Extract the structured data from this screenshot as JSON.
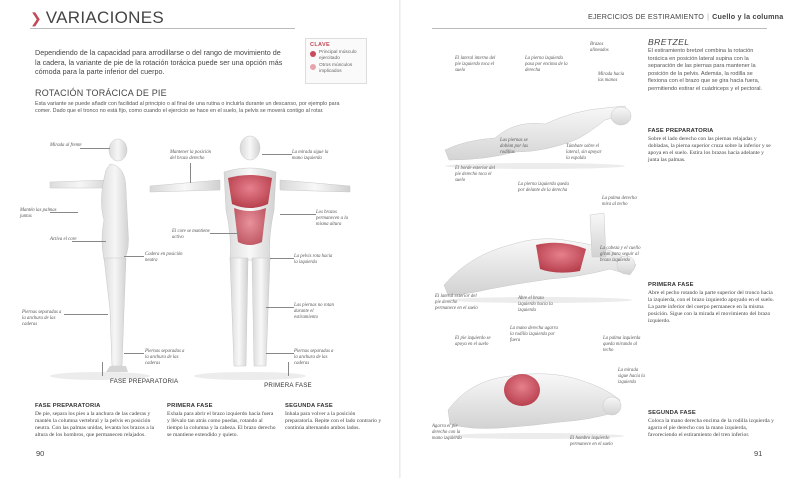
{
  "left": {
    "title": "VARIACIONES",
    "intro": "Dependiendo de la capacidad para arrodillarse o del rango de movimiento de la cadera, la variante de pie de la rotación torácica puede ser una opción más cómoda para la parte inferior del cuerpo.",
    "key": {
      "title": "CLAVE",
      "primary": "Principal músculo ejercitado",
      "secondary": "Otros músculos implicados"
    },
    "section": {
      "heading": "ROTACIÓN TORÁCICA DE PIE",
      "text": "Esta variante se puede añadir con facilidad al principio o al final de una rutina o incluirla durante un descanso, por ejemplo para comer. Dado que el tronco no está fijo, como cuando el ejercicio se hace en el suelo, la pelvis se moverá contigo al rotar."
    },
    "labels": {
      "mirada_frente": "Mirada al frente",
      "manten_palmas": "Mantén las palmas juntas",
      "activa_core": "Activa el core",
      "cadera_neutra": "Cadera en posición neutra",
      "piernas_separadas_1": "Piernas separadas a la anchura de las caderas",
      "piernas_separadas_2": "Piernas separadas a la anchura de las caderas",
      "manten_posicion_brazo": "Mantener la posición del brazo derecho",
      "core_activo": "El core se mantiene activo",
      "mirada_mano": "La mirada sigue la mano izquierda",
      "brazos_altura": "Los brazos permanecen a la misma altura",
      "pelvis_rota": "La pelvis rota hacia la izquierda",
      "piernas_no_rotan": "Las piernas no rotan durante el estiramiento",
      "piernas_separadas_3": "Piernas separadas a la anchura de las caderas"
    },
    "captions": {
      "fase_prep": "FASE PREPARATORIA",
      "primera": "PRIMERA FASE"
    },
    "columns": [
      {
        "head": "FASE PREPARATORIA",
        "text": "De pie, separa los pies a la anchura de las caderas y mantén la columna vertebral y la pelvis en posición neutra. Con las palmas unidas, levanta los brazos a la altura de los hombros, que permanecen relajados."
      },
      {
        "head": "PRIMERA FASE",
        "text": "Exhala para abrir el brazo izquierdo hacia fuera y llévalo tan atrás como puedas, rotando al tiempo la columna y la cabeza. El brazo derecho se mantiene extendido y quieto."
      },
      {
        "head": "SEGUNDA FASE",
        "text": "Inhala para volver a la posición preparatoria. Repite con el lado contrario y continúa alternando ambos lados."
      }
    ],
    "page_number": "90"
  },
  "right": {
    "header_section": "EJERCICIOS DE ESTIRAMIENTO",
    "header_topic": "Cuello y la columna",
    "title": "BRETZEL",
    "intro": "El estiramiento bretzel combina la rotación torácica en posición lateral supina con la separación de las piernas para mantener la posición de la pelvis. Además, la rodilla se flexiona con el brazo que se gira hacia fuera, permitiendo estirar el cuádriceps y el pectoral.",
    "phases": [
      {
        "head": "FASE PREPARATORIA",
        "text": "Sobre el lado derecho con las piernas relajadas y dobladas, la pierna superior cruza sobre la inferior y se apoya en el suelo. Estira los brazos hacia adelante y junta las palmas."
      },
      {
        "head": "PRIMERA FASE",
        "text": "Abre el pecho rotando la parte superior del tronco hacia la izquierda, con el brazo izquierdo apoyado en el suelo. La parte inferior del cuerpo permanece en la misma posición. Sigue con la mirada el movimiento del brazo izquierdo."
      },
      {
        "head": "SEGUNDA FASE",
        "text": "Coloca la mano derecha encima de la rodilla izquierda y agarra el pie derecho con la mano izquierda, favoreciendo el estiramiento del tren inferior."
      }
    ],
    "labels": {
      "lateral_interno": "El lateral interno del pie izquierdo toca el suelo",
      "pierna_izq_encima": "La pierna izquierda pasa por encima de la derecha",
      "brazos_alineados": "Brazos alineados",
      "mirada_manos": "Mirada hacia las manos",
      "piernas_rodillas": "Las piernas se doblan por las rodillas",
      "tumbate_lateral": "Túmbate sobre el lateral, sin apoyar la espalda",
      "borde_exterior": "El borde exterior del pie derecho toca el suelo",
      "pierna_izq_queda": "La pierna izquierda queda por delante de la derecha",
      "palma_techo": "La palma derecha mira al techo",
      "cabeza_cuello": "La cabeza y el cuello giran para seguir al brazo izquierdo",
      "lateral_exterior": "El lateral exterior del pie derecho permanece en el suelo",
      "abre_brazo": "Abre el brazo izquierdo hacia la izquierda",
      "pie_izq_apoya": "El pie izquierdo se apoya en el suelo",
      "mano_derecha_agarra": "La mano derecha agarra la rodilla izquierda por fuera",
      "palma_izq": "La palma izquierda queda mirando al techo",
      "mirada_sigue": "La mirada sigue hacia la izquierda",
      "agarra_pie": "Agarra el pie derecho con la mano izquierda",
      "hombro_izq": "El hombro izquierdo permanece en el suelo"
    },
    "page_number": "91"
  }
}
